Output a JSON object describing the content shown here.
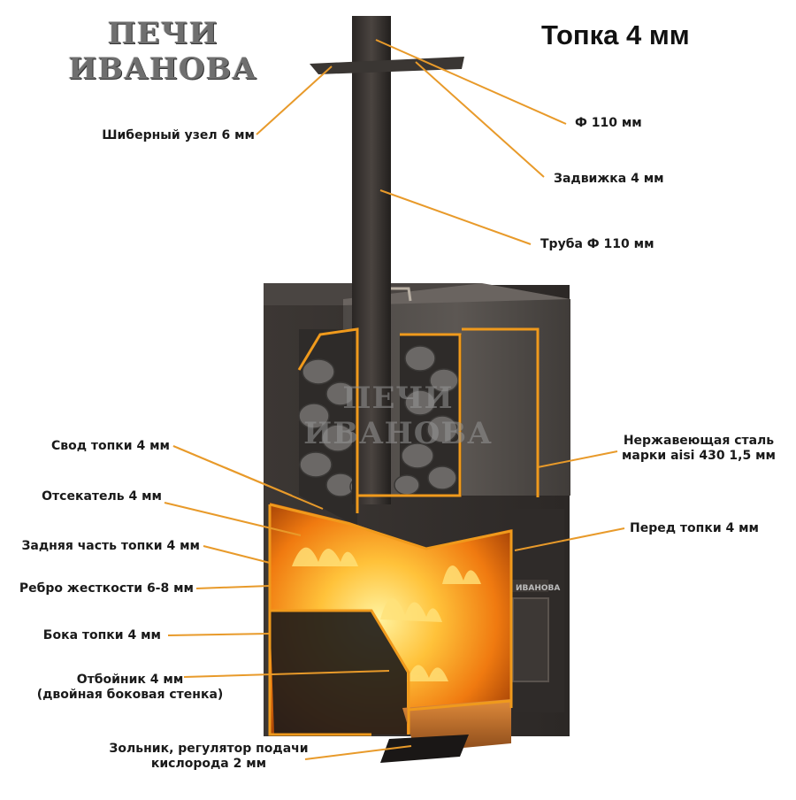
{
  "title": "Топка 4 мм",
  "logo_text": "ПЕЧИ ИВАНОВА",
  "watermark_text": "ПЕЧИ ИВАНОВА",
  "door_label": "ИВАНОВА",
  "colors": {
    "leader": "#e89a2a",
    "outline": "#f09a1c",
    "steel": "#3a3633",
    "flame": "#ff8c1a"
  },
  "labels": {
    "damper_unit": "Шиберный узел 6 мм",
    "diameter": "Ф 110 мм",
    "gate_valve": "Задвижка 4 мм",
    "pipe": "Труба Ф 110 мм",
    "firebox_vault": "Свод топки 4 мм",
    "cutter": "Отсекатель 4 мм",
    "back_part": "Задняя часть топки 4 мм",
    "stiffener": "Ребро жесткости 6-8 мм",
    "sides": "Бока топки 4 мм",
    "deflector_line1": "Отбойник 4 мм",
    "deflector_line2": "(двойная боковая стенка)",
    "ash_line1": "Зольник, регулятор подачи",
    "ash_line2": "кислорода 2 мм",
    "stainless_line1": "Нержавеющая сталь",
    "stainless_line2": "марки aisi 430 1,5 мм",
    "front": "Перед топки 4 мм"
  }
}
